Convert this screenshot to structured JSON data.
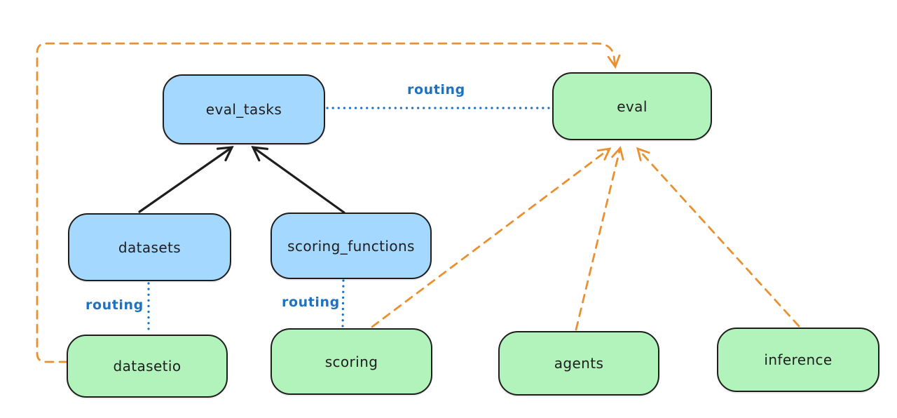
{
  "diagram": {
    "nodes": {
      "eval_tasks": {
        "label": "eval_tasks",
        "fill": "#a5d8ff"
      },
      "eval": {
        "label": "eval",
        "fill": "#b2f2bb"
      },
      "datasets": {
        "label": "datasets",
        "fill": "#a5d8ff"
      },
      "scoring_functions": {
        "label": "scoring_functions",
        "fill": "#a5d8ff"
      },
      "datasetio": {
        "label": "datasetio",
        "fill": "#b2f2bb"
      },
      "scoring": {
        "label": "scoring",
        "fill": "#b2f2bb"
      },
      "agents": {
        "label": "agents",
        "fill": "#b2f2bb"
      },
      "inference": {
        "label": "inference",
        "fill": "#b2f2bb"
      }
    },
    "edge_labels": {
      "eval_tasks_to_eval": "routing",
      "datasets_to_datasetio": "routing",
      "scoring_functions_to_scoring": "routing"
    },
    "edges": [
      {
        "from": "datasets",
        "to": "eval_tasks",
        "style": "solid-black-arrow"
      },
      {
        "from": "scoring_functions",
        "to": "eval_tasks",
        "style": "solid-black-arrow"
      },
      {
        "from": "eval_tasks",
        "to": "eval",
        "style": "dotted-blue",
        "label": "routing"
      },
      {
        "from": "datasets",
        "to": "datasetio",
        "style": "dotted-blue",
        "label": "routing"
      },
      {
        "from": "scoring_functions",
        "to": "scoring",
        "style": "dotted-blue",
        "label": "routing"
      },
      {
        "from": "datasetio",
        "to": "eval",
        "style": "dashed-orange-arrow"
      },
      {
        "from": "scoring",
        "to": "eval",
        "style": "dashed-orange-arrow"
      },
      {
        "from": "agents",
        "to": "eval",
        "style": "dashed-orange-arrow"
      },
      {
        "from": "inference",
        "to": "eval",
        "style": "dashed-orange-arrow"
      }
    ],
    "colors": {
      "node_stroke": "#1e1e1e",
      "blue_fill": "#a5d8ff",
      "green_fill": "#b2f2bb",
      "routing_blue": "#1f72c1",
      "orange_dash": "#e99132",
      "background": "#ffffff"
    }
  }
}
